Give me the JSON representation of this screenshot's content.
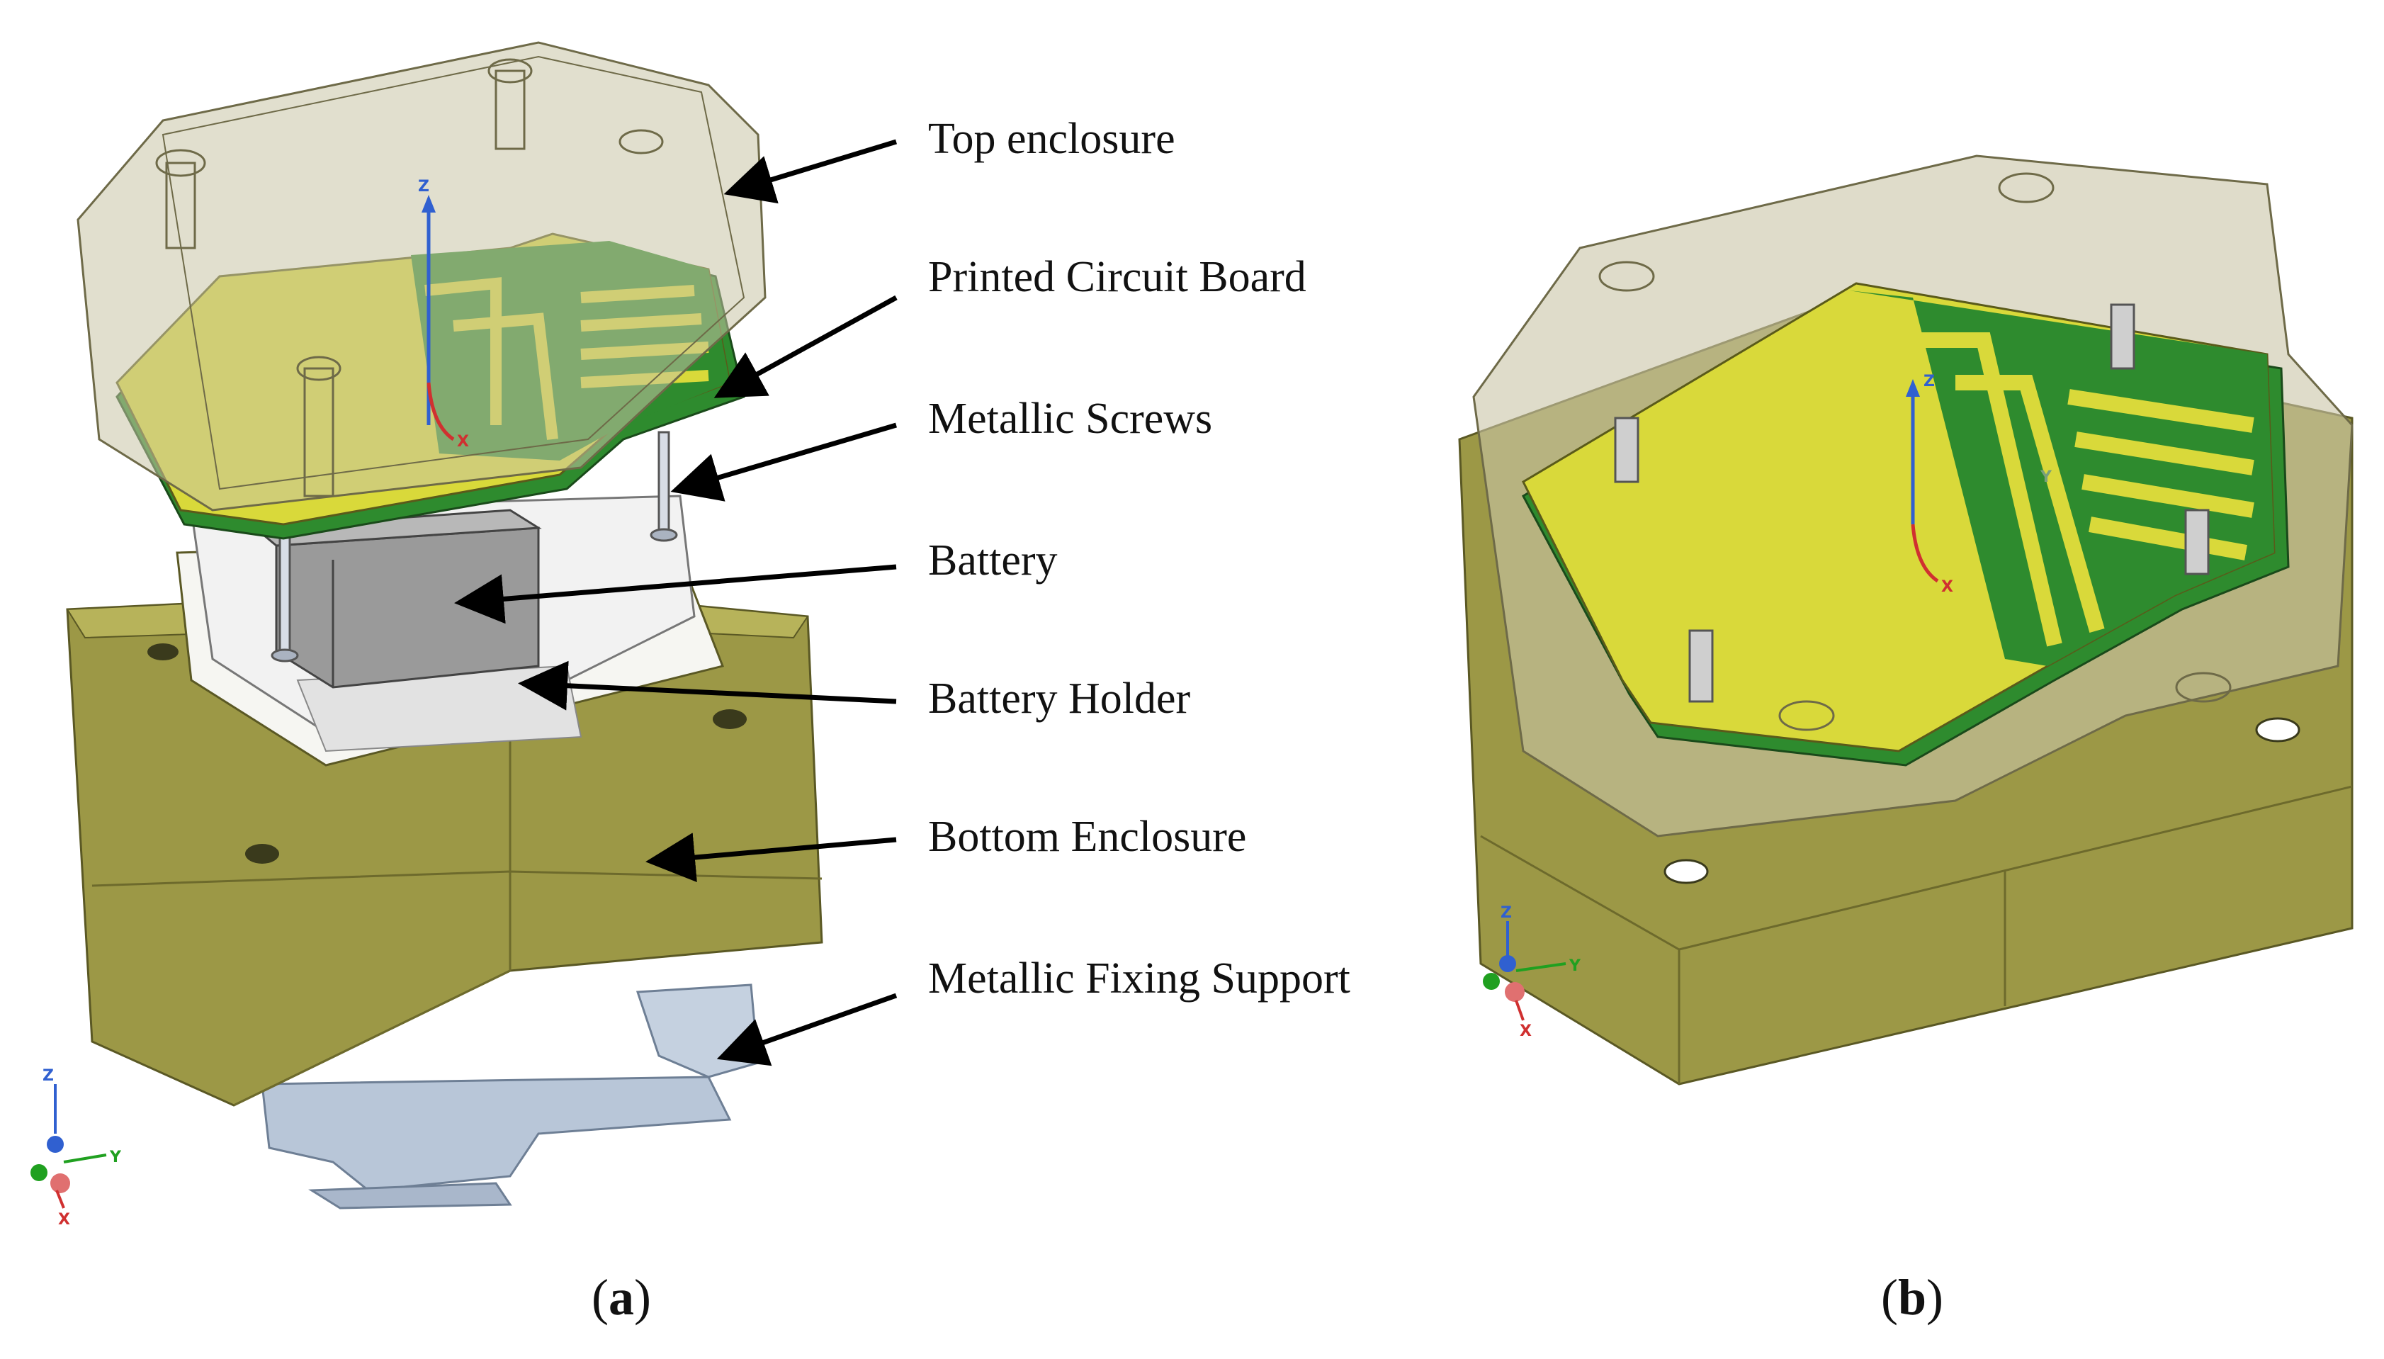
{
  "figure": {
    "panel_a": {
      "caption_open": "(",
      "caption_letter": "a",
      "caption_close": ")",
      "labels": [
        "Top enclosure",
        "Printed Circuit Board",
        "Metallic Screws",
        "Battery",
        "Battery Holder",
        "Bottom Enclosure",
        "Metallic Fixing Support"
      ],
      "pcb_axis": {
        "z": "Z",
        "x": "X"
      },
      "triad": {
        "z": "Z",
        "y": "Y",
        "x": "X"
      }
    },
    "panel_b": {
      "caption_open": "(",
      "caption_letter": "b",
      "caption_close": ")",
      "pcb_axis": {
        "z": "Z",
        "x": "X",
        "y": "Y"
      },
      "triad": {
        "z": "Z",
        "y": "Y",
        "x": "X"
      }
    }
  },
  "colors": {
    "enclosure_olive": "#9c9846",
    "enclosure_dark": "#7c7a33",
    "top_transparent": "#c9c5a6",
    "pcb_yellow": "#d9d93a",
    "pcb_green": "#2e8b2e",
    "battery_grey": "#9a9a9a",
    "holder_white": "#f2f2f2",
    "support_blue": "#b8c6d8",
    "axis_blue": "#3060d0",
    "axis_red": "#d03030",
    "axis_green": "#20a020",
    "arrow": "#000000"
  }
}
